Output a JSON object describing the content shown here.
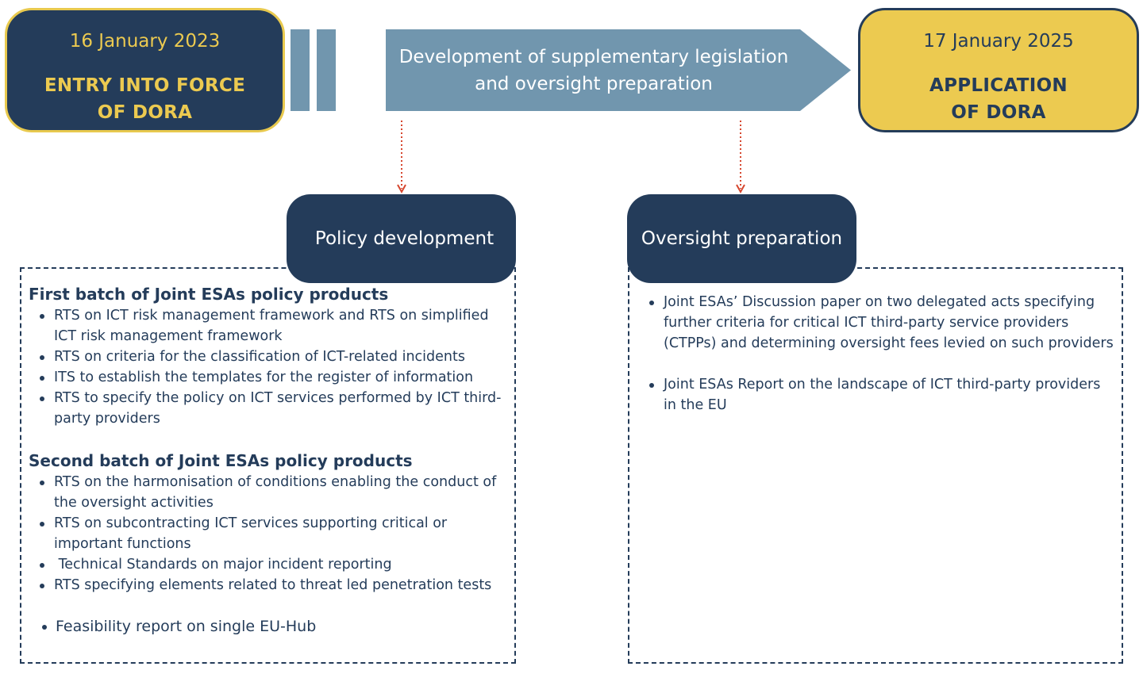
{
  "timeline": {
    "start": {
      "date": "16 January 2023",
      "title_line1": "ENTRY INTO FORCE",
      "title_line2": "OF DORA"
    },
    "middle": {
      "line1": "Development of supplementary legislation",
      "line2": "and oversight preparation"
    },
    "end": {
      "date": "17 January 2025",
      "title_line1": "APPLICATION",
      "title_line2": "OF DORA"
    }
  },
  "policy": {
    "tab_label": "Policy development",
    "batch1": {
      "heading": "First batch of Joint ESAs policy products",
      "items": [
        "RTS on ICT risk management framework and RTS on simplified ICT risk management framework",
        "RTS on criteria for the classification of ICT-related incidents",
        "ITS to establish the templates for the register of information",
        "RTS to specify the policy on ICT services performed by ICT third-party providers"
      ]
    },
    "batch2": {
      "heading": "Second batch of Joint ESAs policy products",
      "items": [
        "RTS on the harmonisation of conditions enabling the conduct of the oversight activities",
        "RTS on subcontracting ICT services supporting critical or important functions",
        " Technical Standards on major incident reporting",
        "RTS specifying elements related to threat led penetration tests"
      ]
    },
    "extra_item": "Feasibility report on single EU-Hub"
  },
  "oversight": {
    "tab_label": "Oversight preparation",
    "items": [
      "Joint ESAs’ Discussion paper on two delegated acts specifying further criteria for critical ICT third-party service providers (CTPPs) and determining oversight fees levied on such providers",
      "Joint ESAs Report on the landscape of ICT third-party providers in the EU"
    ]
  },
  "colors": {
    "navy": "#243c5a",
    "yellow": "#ecca50",
    "steel_blue": "#7196ae",
    "connector_red": "#d6462e"
  }
}
